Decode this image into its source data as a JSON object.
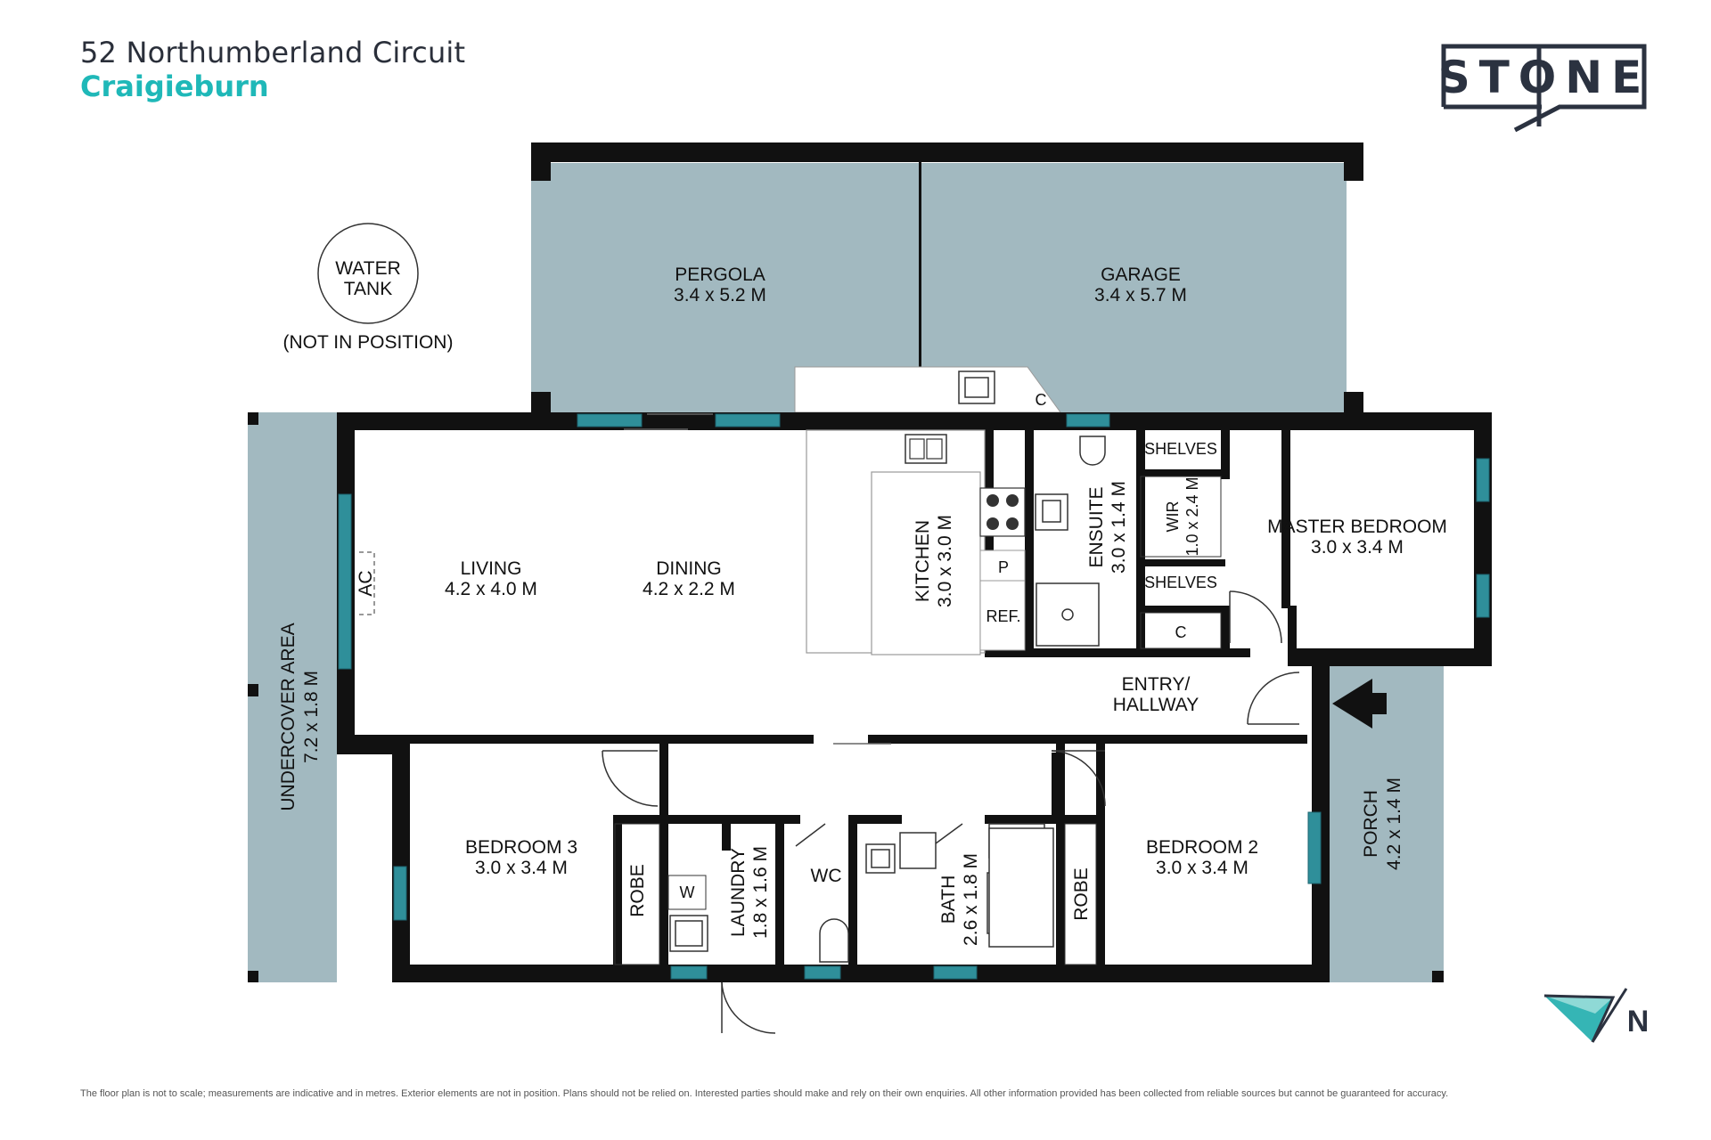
{
  "header": {
    "address": "52 Northumberland Circuit",
    "suburb": "Craigieburn",
    "suburb_color": "#1fb8b8"
  },
  "logo": {
    "text": "STONE",
    "color": "#2b3240"
  },
  "colors": {
    "wall": "#111111",
    "outdoor": "#a2b9c0",
    "window": "#2f8f9a",
    "arrow": "#111111"
  },
  "rooms": {
    "water_tank": {
      "line1": "WATER",
      "line2": "TANK",
      "note": "(NOT IN POSITION)"
    },
    "pergola": {
      "name": "PERGOLA",
      "size": "3.4 x 5.2 M"
    },
    "garage": {
      "name": "GARAGE",
      "size": "3.4 x 5.7 M"
    },
    "undercover": {
      "name": "UNDERCOVER AREA",
      "size": "7.2 x 1.8 M"
    },
    "living": {
      "name": "LIVING",
      "size": "4.2 x 4.0 M"
    },
    "dining": {
      "name": "DINING",
      "size": "4.2 x 2.2 M"
    },
    "kitchen": {
      "name": "KITCHEN",
      "size": "3.0 x 3.0 M"
    },
    "ensuite": {
      "name": "ENSUITE",
      "size": "3.0 x 1.4 M"
    },
    "wir": {
      "name": "WIR",
      "size": "1.0 x 2.4 M"
    },
    "master": {
      "name": "MASTER BEDROOM",
      "size": "3.0 x 3.4 M"
    },
    "entry": {
      "line1": "ENTRY/",
      "line2": "HALLWAY"
    },
    "porch": {
      "name": "PORCH",
      "size": "4.2 x 1.4 M"
    },
    "bedroom3": {
      "name": "BEDROOM 3",
      "size": "3.0 x 3.4 M"
    },
    "laundry": {
      "name": "LAUNDRY",
      "size": "1.8 x 1.6 M"
    },
    "wc": {
      "name": "WC"
    },
    "bath": {
      "name": "BATH",
      "size": "2.6 x 1.8 M"
    },
    "bedroom2": {
      "name": "BEDROOM 2",
      "size": "3.0 x 3.4 M"
    }
  },
  "fixtures": {
    "ac": "AC",
    "pantry": "P",
    "ref": "REF.",
    "cupboard": "C",
    "shelves": "SHELVES",
    "robe": "ROBE",
    "washer": "W"
  },
  "compass": {
    "label": "N"
  },
  "disclaimer": "The floor plan is not to scale; measurements are indicative and in metres. Exterior elements are not in position. Plans should not be relied on. Interested parties should make and rely on their own enquiries. All other information provided has been collected from reliable sources but cannot be guaranteed for accuracy."
}
